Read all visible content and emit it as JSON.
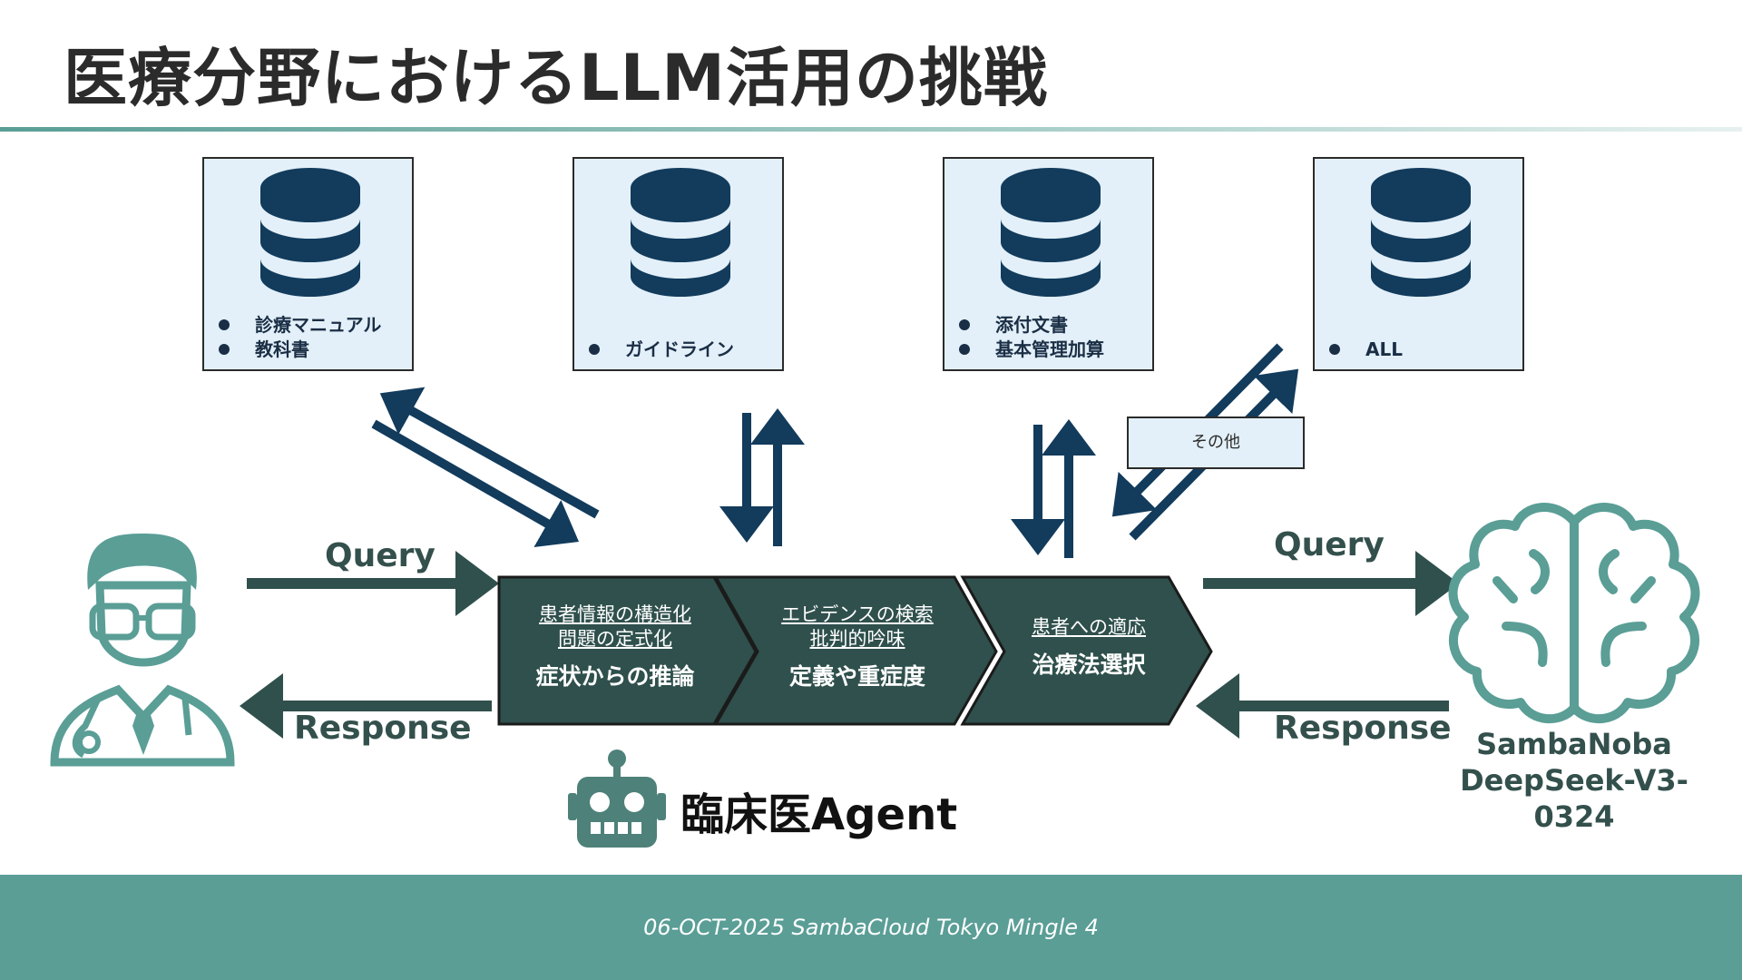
{
  "title": "医療分野におけるLLM活用の挑戦",
  "databases": [
    {
      "items": [
        "診療マニュアル",
        "教科書"
      ]
    },
    {
      "items": [
        "ガイドライン"
      ]
    },
    {
      "items": [
        "添付文書",
        "基本管理加算"
      ]
    },
    {
      "items": [
        "ALL"
      ]
    }
  ],
  "other_label": "その他",
  "left_query": "Query",
  "left_response": "Response",
  "right_query": "Query",
  "right_response": "Response",
  "stages": [
    {
      "sub1": "患者情報の構造化",
      "sub2": "問題の定式化",
      "main": "症状からの推論"
    },
    {
      "sub1": "エビデンスの検索",
      "sub2": "批判的吟味",
      "main": "定義や重症度"
    },
    {
      "sub1": "患者への適応",
      "main": "治療法選択"
    }
  ],
  "agent_label": "臨床医Agent",
  "model": {
    "line1": "SambaNoba",
    "line2": "DeepSeek-V3-0324"
  },
  "footer": "06-OCT-2025 SambaCloud Tokyo Mingle 4",
  "colors": {
    "teal": "#5a9e96",
    "navy": "#1a3d5c",
    "stage": "#2f504c",
    "db_fill": "#e3f0f9"
  },
  "icons": [
    "database-icon",
    "doctor-icon",
    "robot-icon",
    "brain-icon"
  ]
}
